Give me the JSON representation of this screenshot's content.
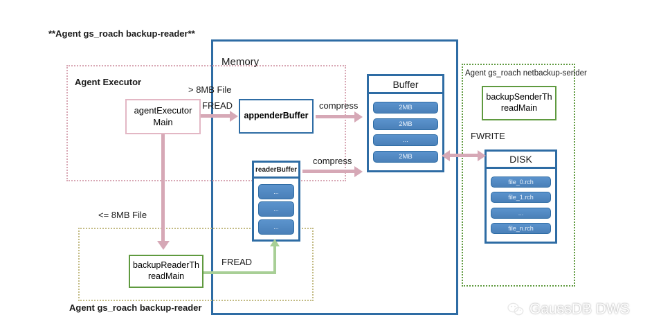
{
  "title": "**Agent gs_roach backup-reader**",
  "regions": {
    "agent_executor": {
      "label": "Agent Executor",
      "border_color": "#d8a7b4"
    },
    "backup_reader": {
      "label": "Agent gs_roach backup-reader",
      "border_color": "#c3bb84"
    },
    "netbackup_sender": {
      "label": "Agent gs_roach netbackup-sender",
      "border_color": "#5f9a3f"
    },
    "memory": {
      "label": "Memory",
      "border_color": "#2e6ca4"
    }
  },
  "nodes": {
    "agent_executor_main": {
      "line1": "agentExecutor",
      "line2": "Main"
    },
    "appender_buffer": {
      "label": "appenderBuffer"
    },
    "backup_reader_thread": {
      "line1": "backupReaderTh",
      "line2": "readMain"
    },
    "backup_sender_thread": {
      "line1": "backupSenderTh",
      "line2": "readMain"
    }
  },
  "panels": {
    "buffer": {
      "title": "Buffer",
      "items": [
        "2MB",
        "2MB",
        "...",
        "2MB"
      ]
    },
    "reader_buffer": {
      "title": "readerBuffer",
      "items": [
        "...",
        "...",
        "..."
      ]
    },
    "disk": {
      "title": "DISK",
      "items": [
        "file_0.rch",
        "file_1.rch",
        "...",
        "file_n.rch"
      ]
    }
  },
  "edges": {
    "gt8mb": "> 8MB File",
    "fread_top": "FREAD",
    "lte8mb": "<= 8MB File",
    "fread_bottom": "FREAD",
    "compress_top": "compress",
    "compress_bottom": "compress",
    "fwrite": "FWRITE"
  },
  "watermark": {
    "text": "GaussDB DWS",
    "icon": "wechat-logo-icon"
  },
  "colors": {
    "blue_border": "#2e6ca4",
    "blue_chip": "#4a80b8",
    "pink_arrow": "#d6a8b6",
    "green_arrow": "#a8cf96",
    "green_border": "#5f9a3f",
    "pink_border": "#e3b7c4",
    "olive_border": "#c3bb84"
  }
}
